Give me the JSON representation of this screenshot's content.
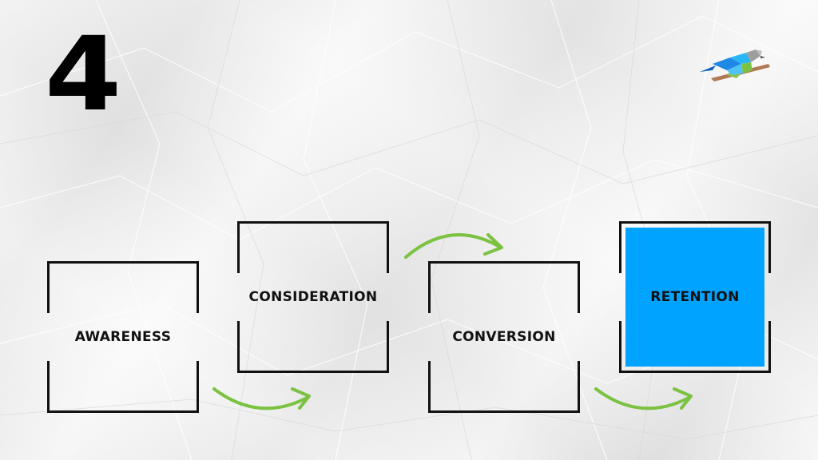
{
  "slide": {
    "number": "4"
  },
  "stages": [
    {
      "label": "AWARENESS"
    },
    {
      "label": "CONSIDERATION"
    },
    {
      "label": "CONVERSION"
    },
    {
      "label": "RETENTION",
      "highlighted": true
    }
  ],
  "colors": {
    "frame": "#111111",
    "arrow": "#7cc242",
    "highlight": "#00a3ff",
    "text": "#111111"
  },
  "icons": {
    "logo": "bird-icon",
    "connector": "curved-arrow-icon"
  }
}
